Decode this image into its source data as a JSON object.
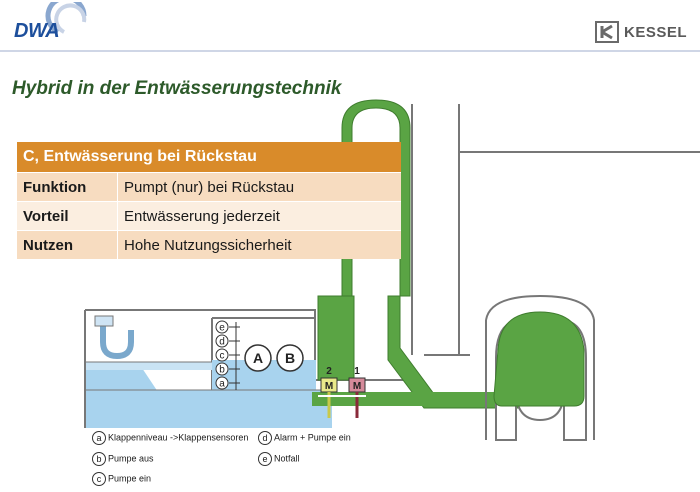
{
  "header": {
    "left_logo_text": "DWA",
    "right_logo_text": "KESSEL"
  },
  "slide_title": "Hybrid in der Entwässerungstechnik",
  "table": {
    "heading": "C, Entwässerung bei Rückstau",
    "rows": [
      {
        "key": "Funktion",
        "value": "Pumpt (nur) bei Rückstau"
      },
      {
        "key": "Vorteil",
        "value": "Entwässerung jederzeit"
      },
      {
        "key": "Nutzen",
        "value": "Hohe Nutzungssicherheit"
      }
    ]
  },
  "diagram": {
    "level_marks": [
      "e",
      "d",
      "c",
      "b",
      "a"
    ],
    "pumps": [
      "A",
      "B"
    ],
    "motor_labels": [
      "2",
      "1"
    ],
    "motor_symbol": "M",
    "colors": {
      "water": "#a8d3ee",
      "pipe_green": "#5aa444",
      "pipe_dark": "#3f7d2e",
      "motor_yellow": "#e9e98a",
      "motor_pink": "#d58a9a"
    }
  },
  "legend": {
    "items": [
      {
        "symbol": "a",
        "text": "Klappenniveau ->Klappensensoren"
      },
      {
        "symbol": "d",
        "text": "Alarm + Pumpe ein"
      },
      {
        "symbol": "b",
        "text": "Pumpe aus"
      },
      {
        "symbol": "e",
        "text": "Notfall"
      },
      {
        "symbol": "c",
        "text": "Pumpe ein"
      }
    ]
  }
}
